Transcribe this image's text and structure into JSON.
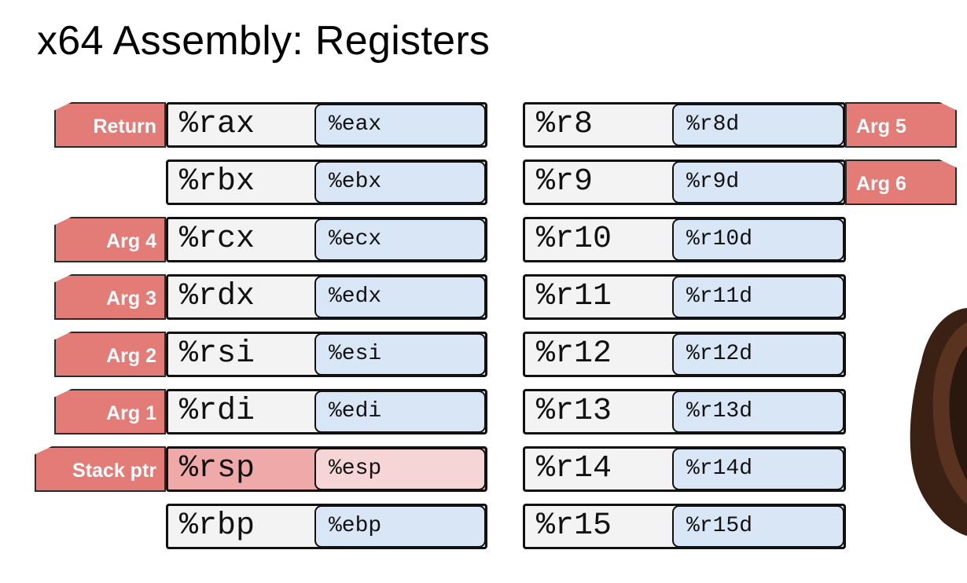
{
  "title": "x64 Assembly: Registers",
  "colors": {
    "tag": "#e37b76",
    "reg32": "#d9e6f6",
    "reg64": "#f3f3f3",
    "sp64": "#efa9a9",
    "sp32": "#f5d5d5"
  },
  "left_registers": [
    {
      "r64": "%rax",
      "r32": "%eax",
      "tag": "Return"
    },
    {
      "r64": "%rbx",
      "r32": "%ebx",
      "tag": ""
    },
    {
      "r64": "%rcx",
      "r32": "%ecx",
      "tag": "Arg 4"
    },
    {
      "r64": "%rdx",
      "r32": "%edx",
      "tag": "Arg 3"
    },
    {
      "r64": "%rsi",
      "r32": "%esi",
      "tag": "Arg 2"
    },
    {
      "r64": "%rdi",
      "r32": "%edi",
      "tag": "Arg 1"
    },
    {
      "r64": "%rsp",
      "r32": "%esp",
      "tag": "Stack ptr"
    },
    {
      "r64": "%rbp",
      "r32": "%ebp",
      "tag": ""
    }
  ],
  "right_registers": [
    {
      "r64": "%r8",
      "r32": "%r8d",
      "tag": "Arg 5"
    },
    {
      "r64": "%r9",
      "r32": "%r9d",
      "tag": "Arg 6"
    },
    {
      "r64": "%r10",
      "r32": "%r10d",
      "tag": ""
    },
    {
      "r64": "%r11",
      "r32": "%r11d",
      "tag": ""
    },
    {
      "r64": "%r12",
      "r32": "%r12d",
      "tag": ""
    },
    {
      "r64": "%r13",
      "r32": "%r13d",
      "tag": ""
    },
    {
      "r64": "%r14",
      "r32": "%r14d",
      "tag": ""
    },
    {
      "r64": "%r15",
      "r32": "%r15d",
      "tag": ""
    }
  ]
}
